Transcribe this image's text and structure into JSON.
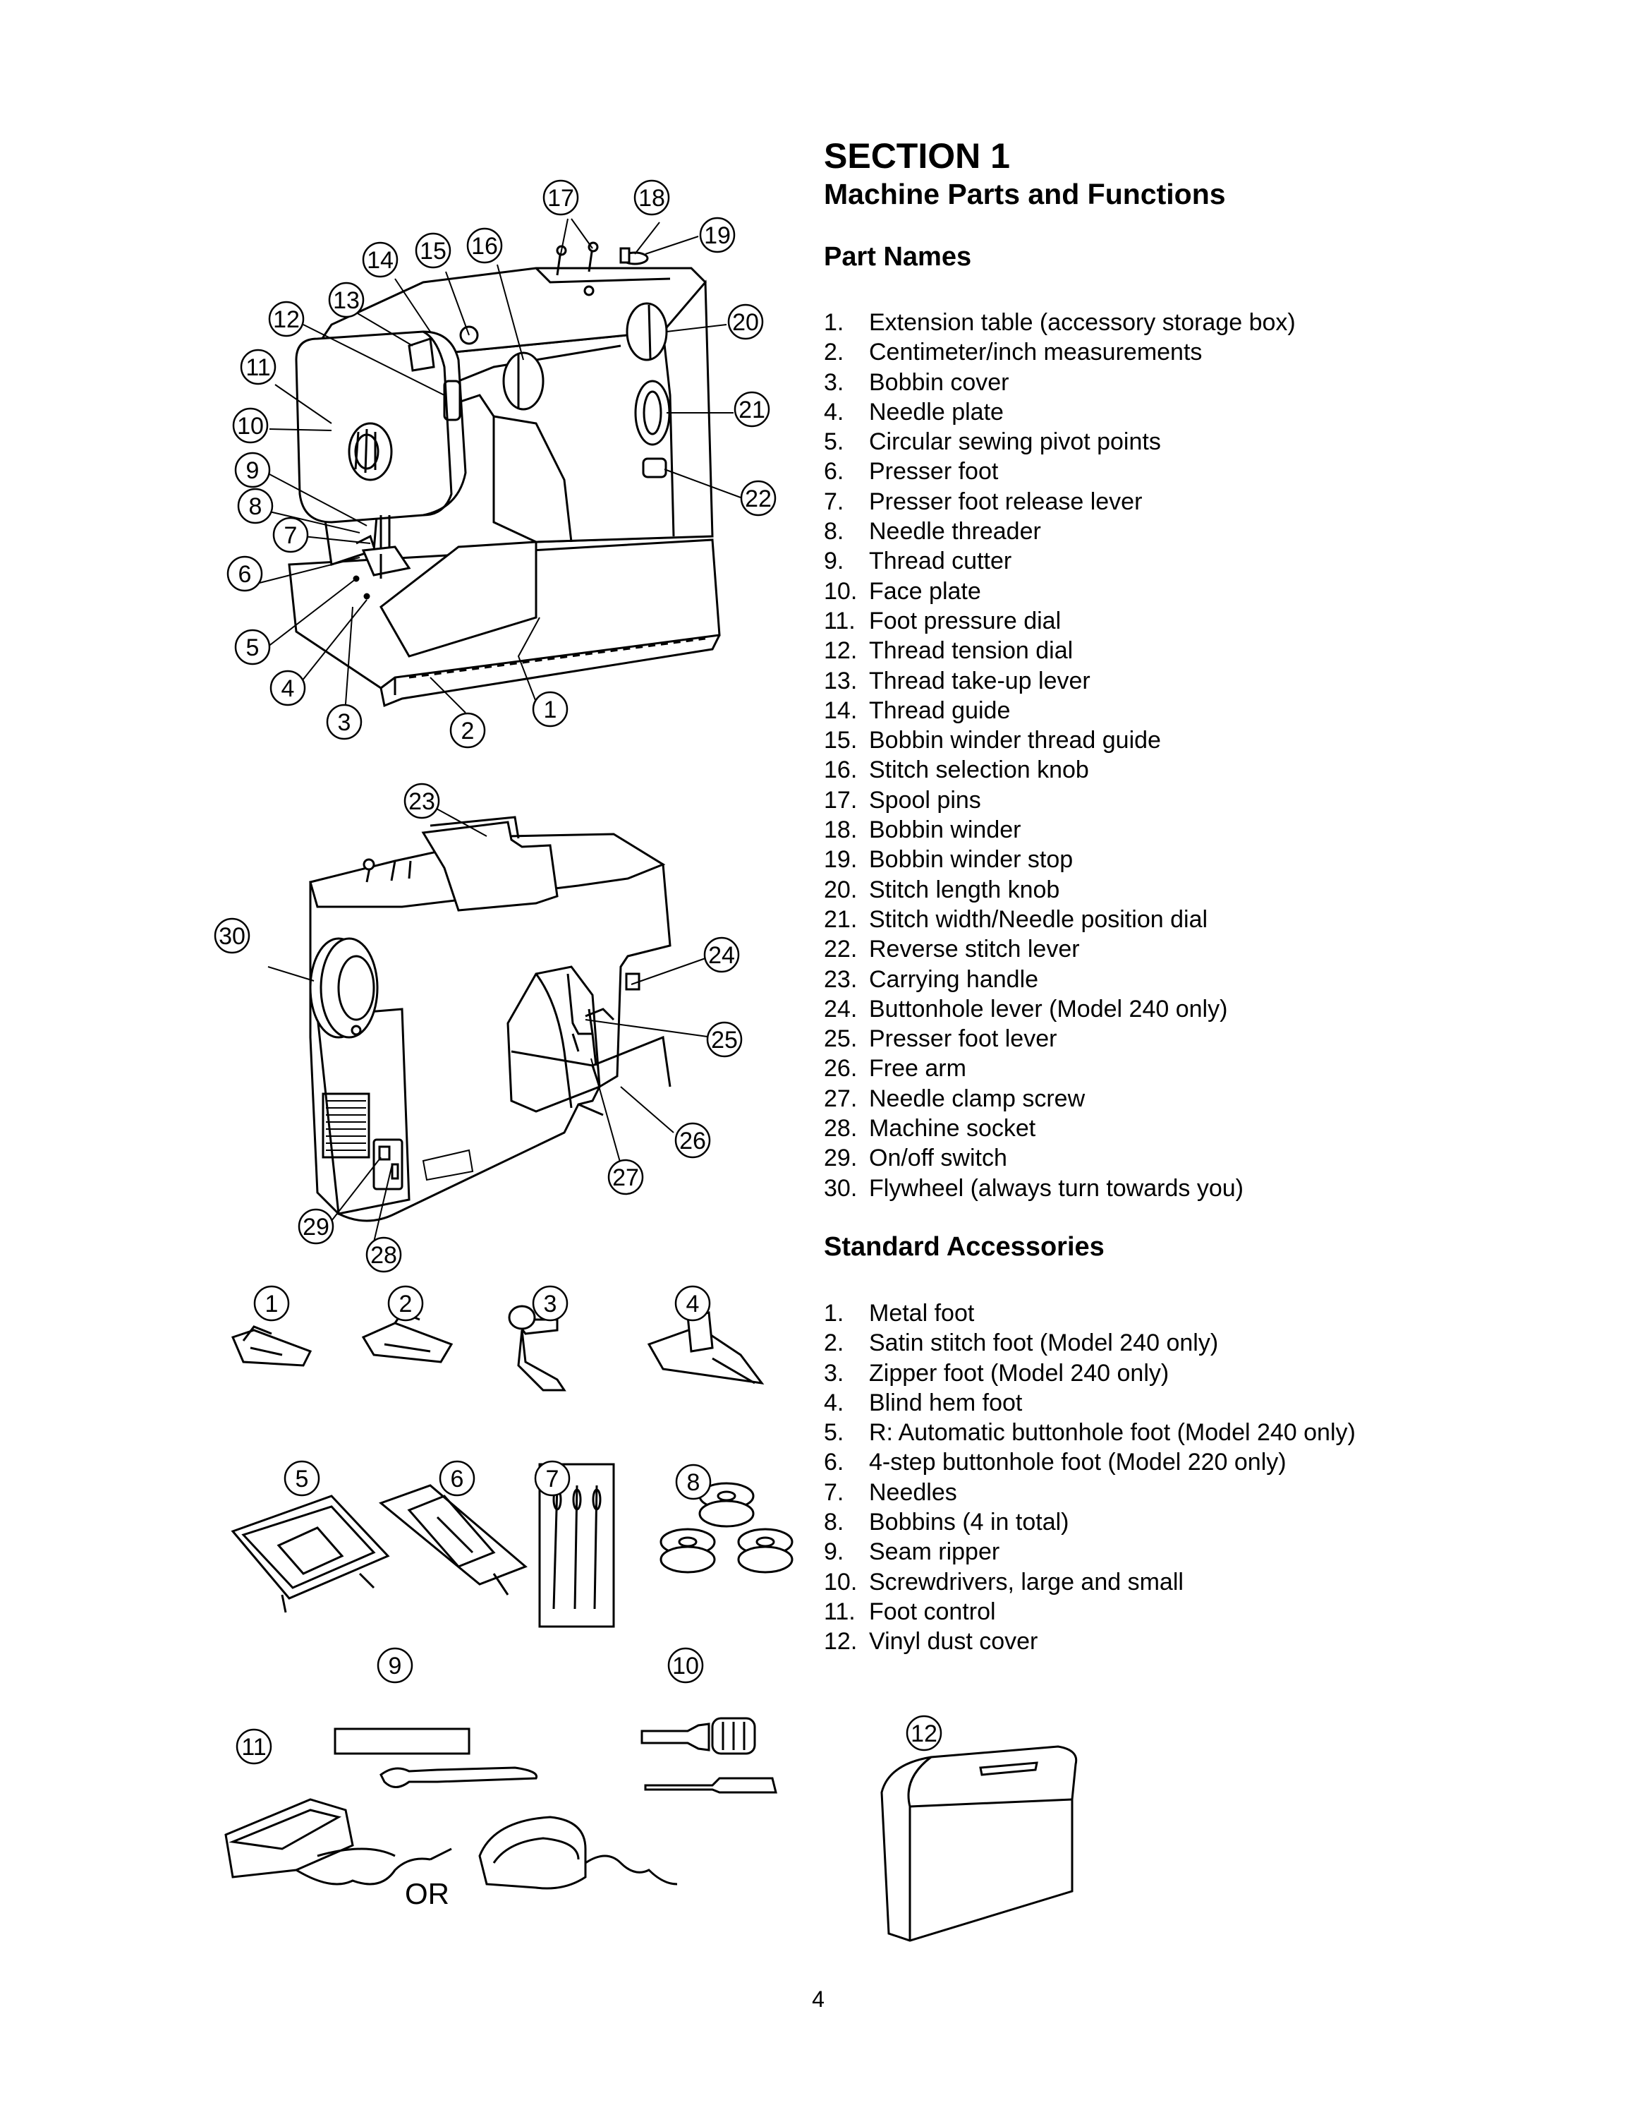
{
  "section": {
    "title": "SECTION 1",
    "subtitle": "Machine Parts and Functions"
  },
  "part_names": {
    "heading": "Part Names",
    "items": [
      {
        "n": "1.",
        "label": "Extension table (accessory storage box)"
      },
      {
        "n": "2.",
        "label": "Centimeter/inch measurements"
      },
      {
        "n": "3.",
        "label": "Bobbin cover"
      },
      {
        "n": "4.",
        "label": "Needle plate"
      },
      {
        "n": "5.",
        "label": "Circular sewing pivot points"
      },
      {
        "n": "6.",
        "label": "Presser foot"
      },
      {
        "n": "7.",
        "label": "Presser foot release lever"
      },
      {
        "n": "8.",
        "label": "Needle threader"
      },
      {
        "n": "9.",
        "label": "Thread cutter"
      },
      {
        "n": "10.",
        "label": "Face plate"
      },
      {
        "n": "11.",
        "label": "Foot pressure dial"
      },
      {
        "n": "12.",
        "label": "Thread tension dial"
      },
      {
        "n": "13.",
        "label": "Thread take-up lever"
      },
      {
        "n": "14.",
        "label": "Thread guide"
      },
      {
        "n": "15.",
        "label": "Bobbin winder thread guide"
      },
      {
        "n": "16.",
        "label": "Stitch selection knob"
      },
      {
        "n": "17.",
        "label": "Spool pins"
      },
      {
        "n": "18.",
        "label": "Bobbin winder"
      },
      {
        "n": "19.",
        "label": "Bobbin winder stop"
      },
      {
        "n": "20.",
        "label": "Stitch length knob"
      },
      {
        "n": "21.",
        "label": "Stitch width/Needle position dial"
      },
      {
        "n": "22.",
        "label": "Reverse stitch lever"
      },
      {
        "n": "23.",
        "label": "Carrying handle"
      },
      {
        "n": "24.",
        "label": "Buttonhole lever (Model 240 only)"
      },
      {
        "n": "25.",
        "label": "Presser foot lever"
      },
      {
        "n": "26.",
        "label": "Free arm"
      },
      {
        "n": "27.",
        "label": "Needle clamp screw"
      },
      {
        "n": "28.",
        "label": "Machine socket"
      },
      {
        "n": "29.",
        "label": "On/off switch"
      },
      {
        "n": "30.",
        "label": "Flywheel (always turn towards you)"
      }
    ]
  },
  "accessories": {
    "heading": "Standard Accessories",
    "items": [
      {
        "n": "1.",
        "label": "Metal foot"
      },
      {
        "n": "2.",
        "label": "Satin stitch foot (Model 240 only)"
      },
      {
        "n": "3.",
        "label": "Zipper foot (Model 240 only)"
      },
      {
        "n": "4.",
        "label": "Blind hem foot"
      },
      {
        "n": "5.",
        "label": "R: Automatic buttonhole foot (Model 240 only)"
      },
      {
        "n": "6.",
        "label": "4-step buttonhole foot (Model 220 only)"
      },
      {
        "n": "7.",
        "label": "Needles"
      },
      {
        "n": "8.",
        "label": "Bobbins (4 in total)"
      },
      {
        "n": "9.",
        "label": "Seam ripper"
      },
      {
        "n": "10.",
        "label": "Screwdrivers, large and small"
      },
      {
        "n": "11.",
        "label": "Foot control"
      },
      {
        "n": "12.",
        "label": "Vinyl dust cover"
      }
    ]
  },
  "callouts": {
    "front": [
      "1",
      "2",
      "3",
      "4",
      "5",
      "6",
      "7",
      "8",
      "9",
      "10",
      "11",
      "12",
      "13",
      "14",
      "15",
      "16",
      "17",
      "18",
      "19",
      "20",
      "21",
      "22"
    ],
    "back": [
      "23",
      "24",
      "25",
      "26",
      "27",
      "28",
      "29",
      "30"
    ],
    "acc": [
      "1",
      "2",
      "3",
      "4",
      "5",
      "6",
      "7",
      "8",
      "9",
      "10",
      "11",
      "12"
    ]
  },
  "or_label": "OR",
  "page_number": "4"
}
